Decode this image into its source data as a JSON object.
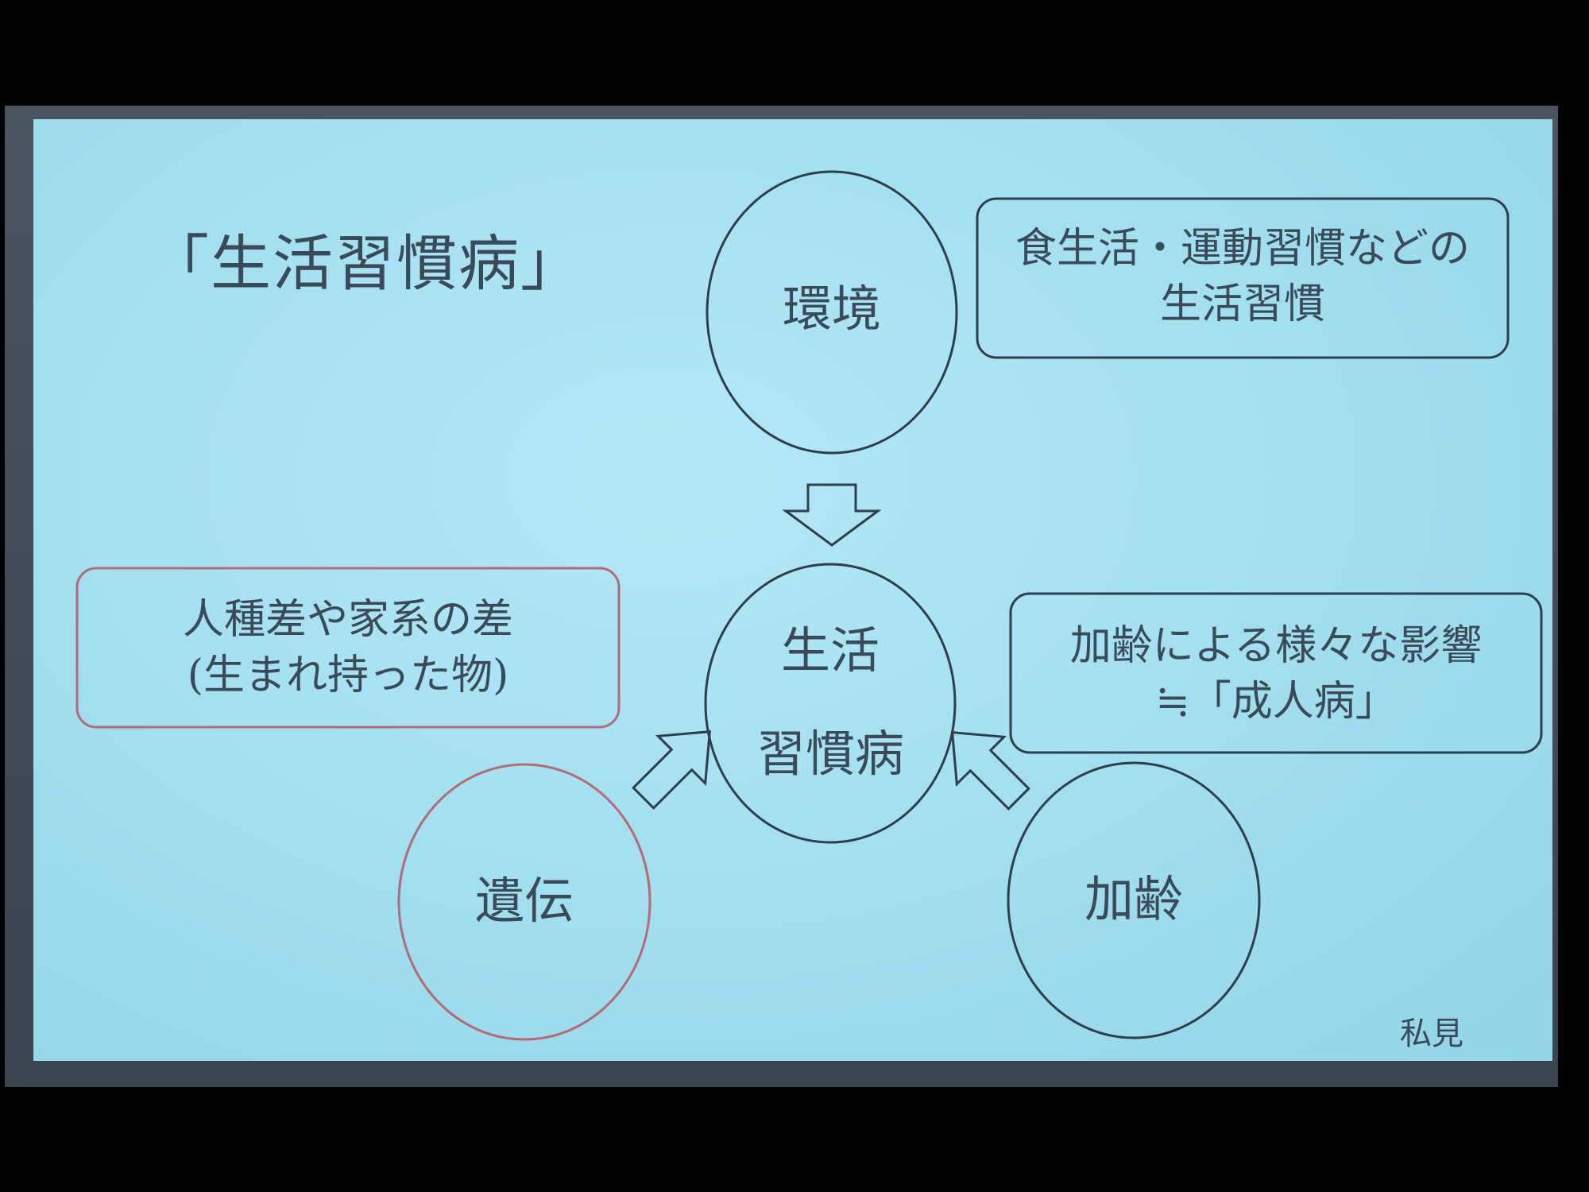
{
  "title": "「生活習慣病」",
  "nodes": {
    "environment": "環境",
    "center_line1": "生活",
    "center_line2": "習慣病",
    "heredity": "遺伝",
    "aging": "加齢"
  },
  "boxes": {
    "environment_note_line1": "食生活・運動習慣などの",
    "environment_note_line2": "生活習慣",
    "heredity_note_line1": "人種差や家系の差",
    "heredity_note_line2": "(生まれ持った物)",
    "aging_note_line1": "加齢による様々な影響",
    "aging_note_line2": "≒「成人病」"
  },
  "footer_note": "私見",
  "colors": {
    "slide_background": "#a4e0f0",
    "ink": "#3b4a58",
    "red_outline": "#b56a78",
    "dark_outline": "#2f3e4c"
  }
}
